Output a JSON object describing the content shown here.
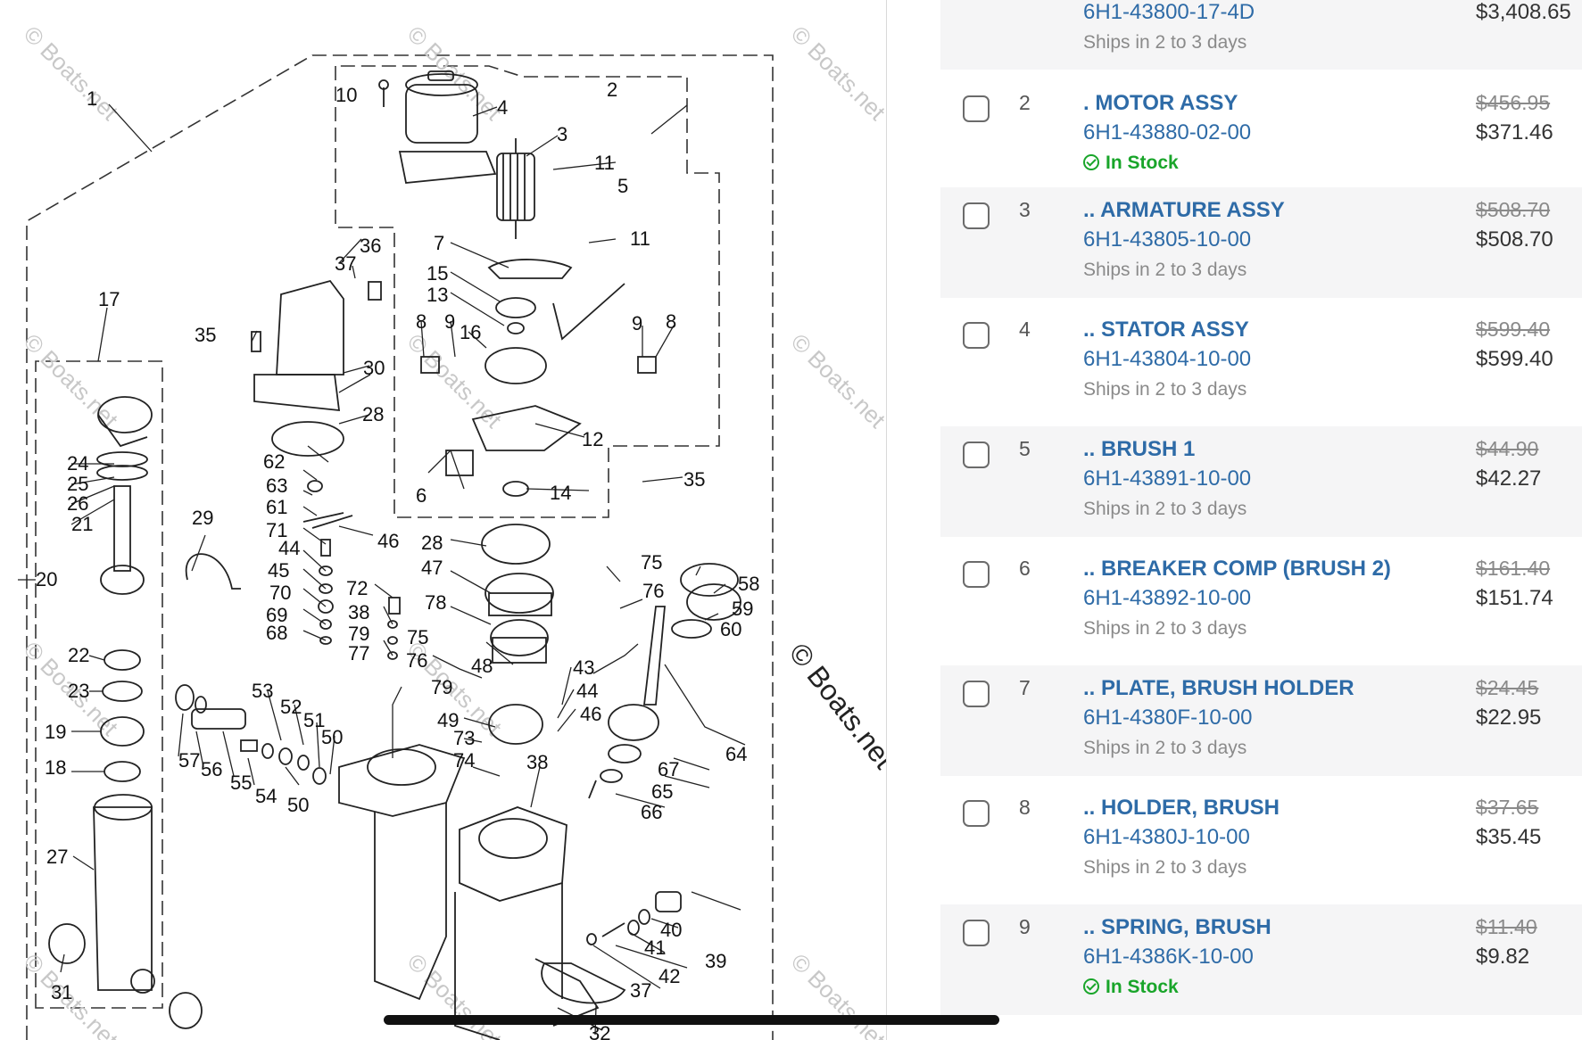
{
  "diagram": {
    "watermark": "© Boats.net",
    "callouts": [
      {
        "id": "c1",
        "label": "1"
      },
      {
        "id": "c2",
        "label": "2"
      },
      {
        "id": "c3",
        "label": "3"
      },
      {
        "id": "c4",
        "label": "4"
      },
      {
        "id": "c5",
        "label": "5"
      },
      {
        "id": "c6",
        "label": "6"
      },
      {
        "id": "c7",
        "label": "7"
      },
      {
        "id": "c8a",
        "label": "8"
      },
      {
        "id": "c8b",
        "label": "8"
      },
      {
        "id": "c9a",
        "label": "9"
      },
      {
        "id": "c9b",
        "label": "9"
      },
      {
        "id": "c10",
        "label": "10"
      },
      {
        "id": "c11a",
        "label": "11"
      },
      {
        "id": "c11b",
        "label": "11"
      },
      {
        "id": "c12",
        "label": "12"
      },
      {
        "id": "c13",
        "label": "13"
      },
      {
        "id": "c14",
        "label": "14"
      },
      {
        "id": "c15",
        "label": "15"
      },
      {
        "id": "c16",
        "label": "16"
      },
      {
        "id": "c17",
        "label": "17"
      },
      {
        "id": "c18",
        "label": "18"
      },
      {
        "id": "c19",
        "label": "19"
      },
      {
        "id": "c20",
        "label": "20"
      },
      {
        "id": "c21",
        "label": "21"
      },
      {
        "id": "c22",
        "label": "22"
      },
      {
        "id": "c23",
        "label": "23"
      },
      {
        "id": "c24",
        "label": "24"
      },
      {
        "id": "c25",
        "label": "25"
      },
      {
        "id": "c26",
        "label": "26"
      },
      {
        "id": "c27",
        "label": "27"
      },
      {
        "id": "c28a",
        "label": "28"
      },
      {
        "id": "c28b",
        "label": "28"
      },
      {
        "id": "c29",
        "label": "29"
      },
      {
        "id": "c30",
        "label": "30"
      },
      {
        "id": "c31",
        "label": "31"
      },
      {
        "id": "c32",
        "label": "32"
      },
      {
        "id": "c35a",
        "label": "35"
      },
      {
        "id": "c35b",
        "label": "35"
      },
      {
        "id": "c36",
        "label": "36"
      },
      {
        "id": "c37a",
        "label": "37"
      },
      {
        "id": "c37b",
        "label": "37"
      },
      {
        "id": "c38a",
        "label": "38"
      },
      {
        "id": "c38b",
        "label": "38"
      },
      {
        "id": "c39",
        "label": "39"
      },
      {
        "id": "c40",
        "label": "40"
      },
      {
        "id": "c41",
        "label": "41"
      },
      {
        "id": "c42",
        "label": "42"
      },
      {
        "id": "c43",
        "label": "43"
      },
      {
        "id": "c44a",
        "label": "44"
      },
      {
        "id": "c44b",
        "label": "44"
      },
      {
        "id": "c45",
        "label": "45"
      },
      {
        "id": "c46a",
        "label": "46"
      },
      {
        "id": "c46b",
        "label": "46"
      },
      {
        "id": "c47",
        "label": "47"
      },
      {
        "id": "c48",
        "label": "48"
      },
      {
        "id": "c49",
        "label": "49"
      },
      {
        "id": "c50a",
        "label": "50"
      },
      {
        "id": "c50b",
        "label": "50"
      },
      {
        "id": "c51",
        "label": "51"
      },
      {
        "id": "c52",
        "label": "52"
      },
      {
        "id": "c53",
        "label": "53"
      },
      {
        "id": "c54",
        "label": "54"
      },
      {
        "id": "c55",
        "label": "55"
      },
      {
        "id": "c56",
        "label": "56"
      },
      {
        "id": "c57",
        "label": "57"
      },
      {
        "id": "c58",
        "label": "58"
      },
      {
        "id": "c59",
        "label": "59"
      },
      {
        "id": "c60",
        "label": "60"
      },
      {
        "id": "c61",
        "label": "61"
      },
      {
        "id": "c62",
        "label": "62"
      },
      {
        "id": "c63",
        "label": "63"
      },
      {
        "id": "c64",
        "label": "64"
      },
      {
        "id": "c65",
        "label": "65"
      },
      {
        "id": "c66",
        "label": "66"
      },
      {
        "id": "c67",
        "label": "67"
      },
      {
        "id": "c68",
        "label": "68"
      },
      {
        "id": "c69",
        "label": "69"
      },
      {
        "id": "c70",
        "label": "70"
      },
      {
        "id": "c71",
        "label": "71"
      },
      {
        "id": "c72",
        "label": "72"
      },
      {
        "id": "c73",
        "label": "73"
      },
      {
        "id": "c74",
        "label": "74"
      },
      {
        "id": "c75a",
        "label": "75"
      },
      {
        "id": "c75b",
        "label": "75"
      },
      {
        "id": "c76a",
        "label": "76"
      },
      {
        "id": "c76b",
        "label": "76"
      },
      {
        "id": "c77",
        "label": "77"
      },
      {
        "id": "c78",
        "label": "78"
      },
      {
        "id": "c79a",
        "label": "79"
      },
      {
        "id": "c79b",
        "label": "79"
      }
    ]
  },
  "parts": {
    "top_partial": {
      "part_number": "6H1-43800-17-4D",
      "availability": "Ships in 2 to 3 days",
      "price": "$3,408.65"
    },
    "rows": [
      {
        "ref": "2",
        "name": ". MOTOR ASSY",
        "part_number": "6H1-43880-02-00",
        "availability": "In Stock",
        "in_stock": true,
        "msrp": "$456.95",
        "price": "$371.46"
      },
      {
        "ref": "3",
        "name": ".. ARMATURE ASSY",
        "part_number": "6H1-43805-10-00",
        "availability": "Ships in 2 to 3 days",
        "in_stock": false,
        "msrp": "$508.70",
        "price": "$508.70"
      },
      {
        "ref": "4",
        "name": ".. STATOR ASSY",
        "part_number": "6H1-43804-10-00",
        "availability": "Ships in 2 to 3 days",
        "in_stock": false,
        "msrp": "$599.40",
        "price": "$599.40"
      },
      {
        "ref": "5",
        "name": ".. BRUSH 1",
        "part_number": "6H1-43891-10-00",
        "availability": "Ships in 2 to 3 days",
        "in_stock": false,
        "msrp": "$44.90",
        "price": "$42.27"
      },
      {
        "ref": "6",
        "name": ".. BREAKER COMP (BRUSH 2)",
        "part_number": "6H1-43892-10-00",
        "availability": "Ships in 2 to 3 days",
        "in_stock": false,
        "msrp": "$161.40",
        "price": "$151.74"
      },
      {
        "ref": "7",
        "name": ".. PLATE, BRUSH HOLDER",
        "part_number": "6H1-4380F-10-00",
        "availability": "Ships in 2 to 3 days",
        "in_stock": false,
        "msrp": "$24.45",
        "price": "$22.95"
      },
      {
        "ref": "8",
        "name": ".. HOLDER, BRUSH",
        "part_number": "6H1-4380J-10-00",
        "availability": "Ships in 2 to 3 days",
        "in_stock": false,
        "msrp": "$37.65",
        "price": "$35.45"
      },
      {
        "ref": "9",
        "name": ".. SPRING, BRUSH",
        "part_number": "6H1-4386K-10-00",
        "availability": "In Stock",
        "in_stock": true,
        "msrp": "$11.40",
        "price": "$9.82"
      }
    ]
  }
}
